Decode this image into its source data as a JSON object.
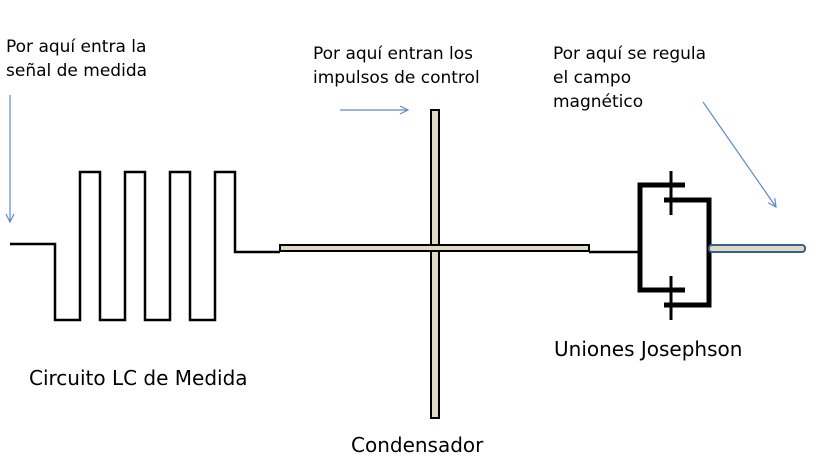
{
  "annotations": {
    "signal_input": "Por aquí entra la\nseñal de medida",
    "control_input": "Por aquí entran los\nimpulsos de control",
    "field_regulation": "Por aquí se regula\nel campo\nmagnético"
  },
  "labels": {
    "lc_circuit": "Circuito LC de Medida",
    "capacitor": "Condensador",
    "josephson": "Uniones Josephson"
  },
  "colors": {
    "arrow": "#5b8bd0",
    "plate_fill": "#ddd9c4",
    "rod_border": "#3a5f93",
    "wire": "#000000"
  }
}
